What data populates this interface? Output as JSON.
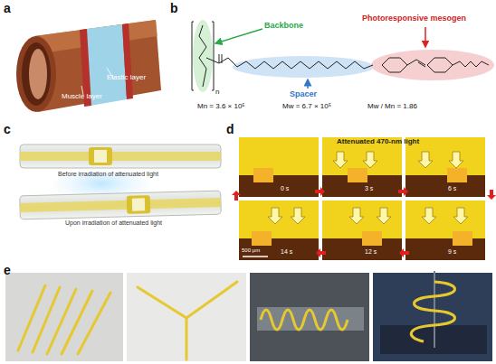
{
  "diagram": {
    "labels": [
      "a",
      "Elastic layer",
      "Muscle layer",
      "b",
      "n",
      "Backbone",
      "Spacer",
      "Photoresponsive mesogen",
      "Mn = 3.6 × 10⁵",
      "Mw = 6.7 × 10⁵",
      "Mw / Mn = 1.86",
      "c",
      "Before irradiation of attenuated light",
      "Upon irradiation of attenuated light",
      "d",
      "Attenuated 470-nm light",
      "0 s",
      "3 s",
      "6 s",
      "14 s",
      "12 s",
      "9 s",
      "500 μm",
      "e"
    ]
  }
}
